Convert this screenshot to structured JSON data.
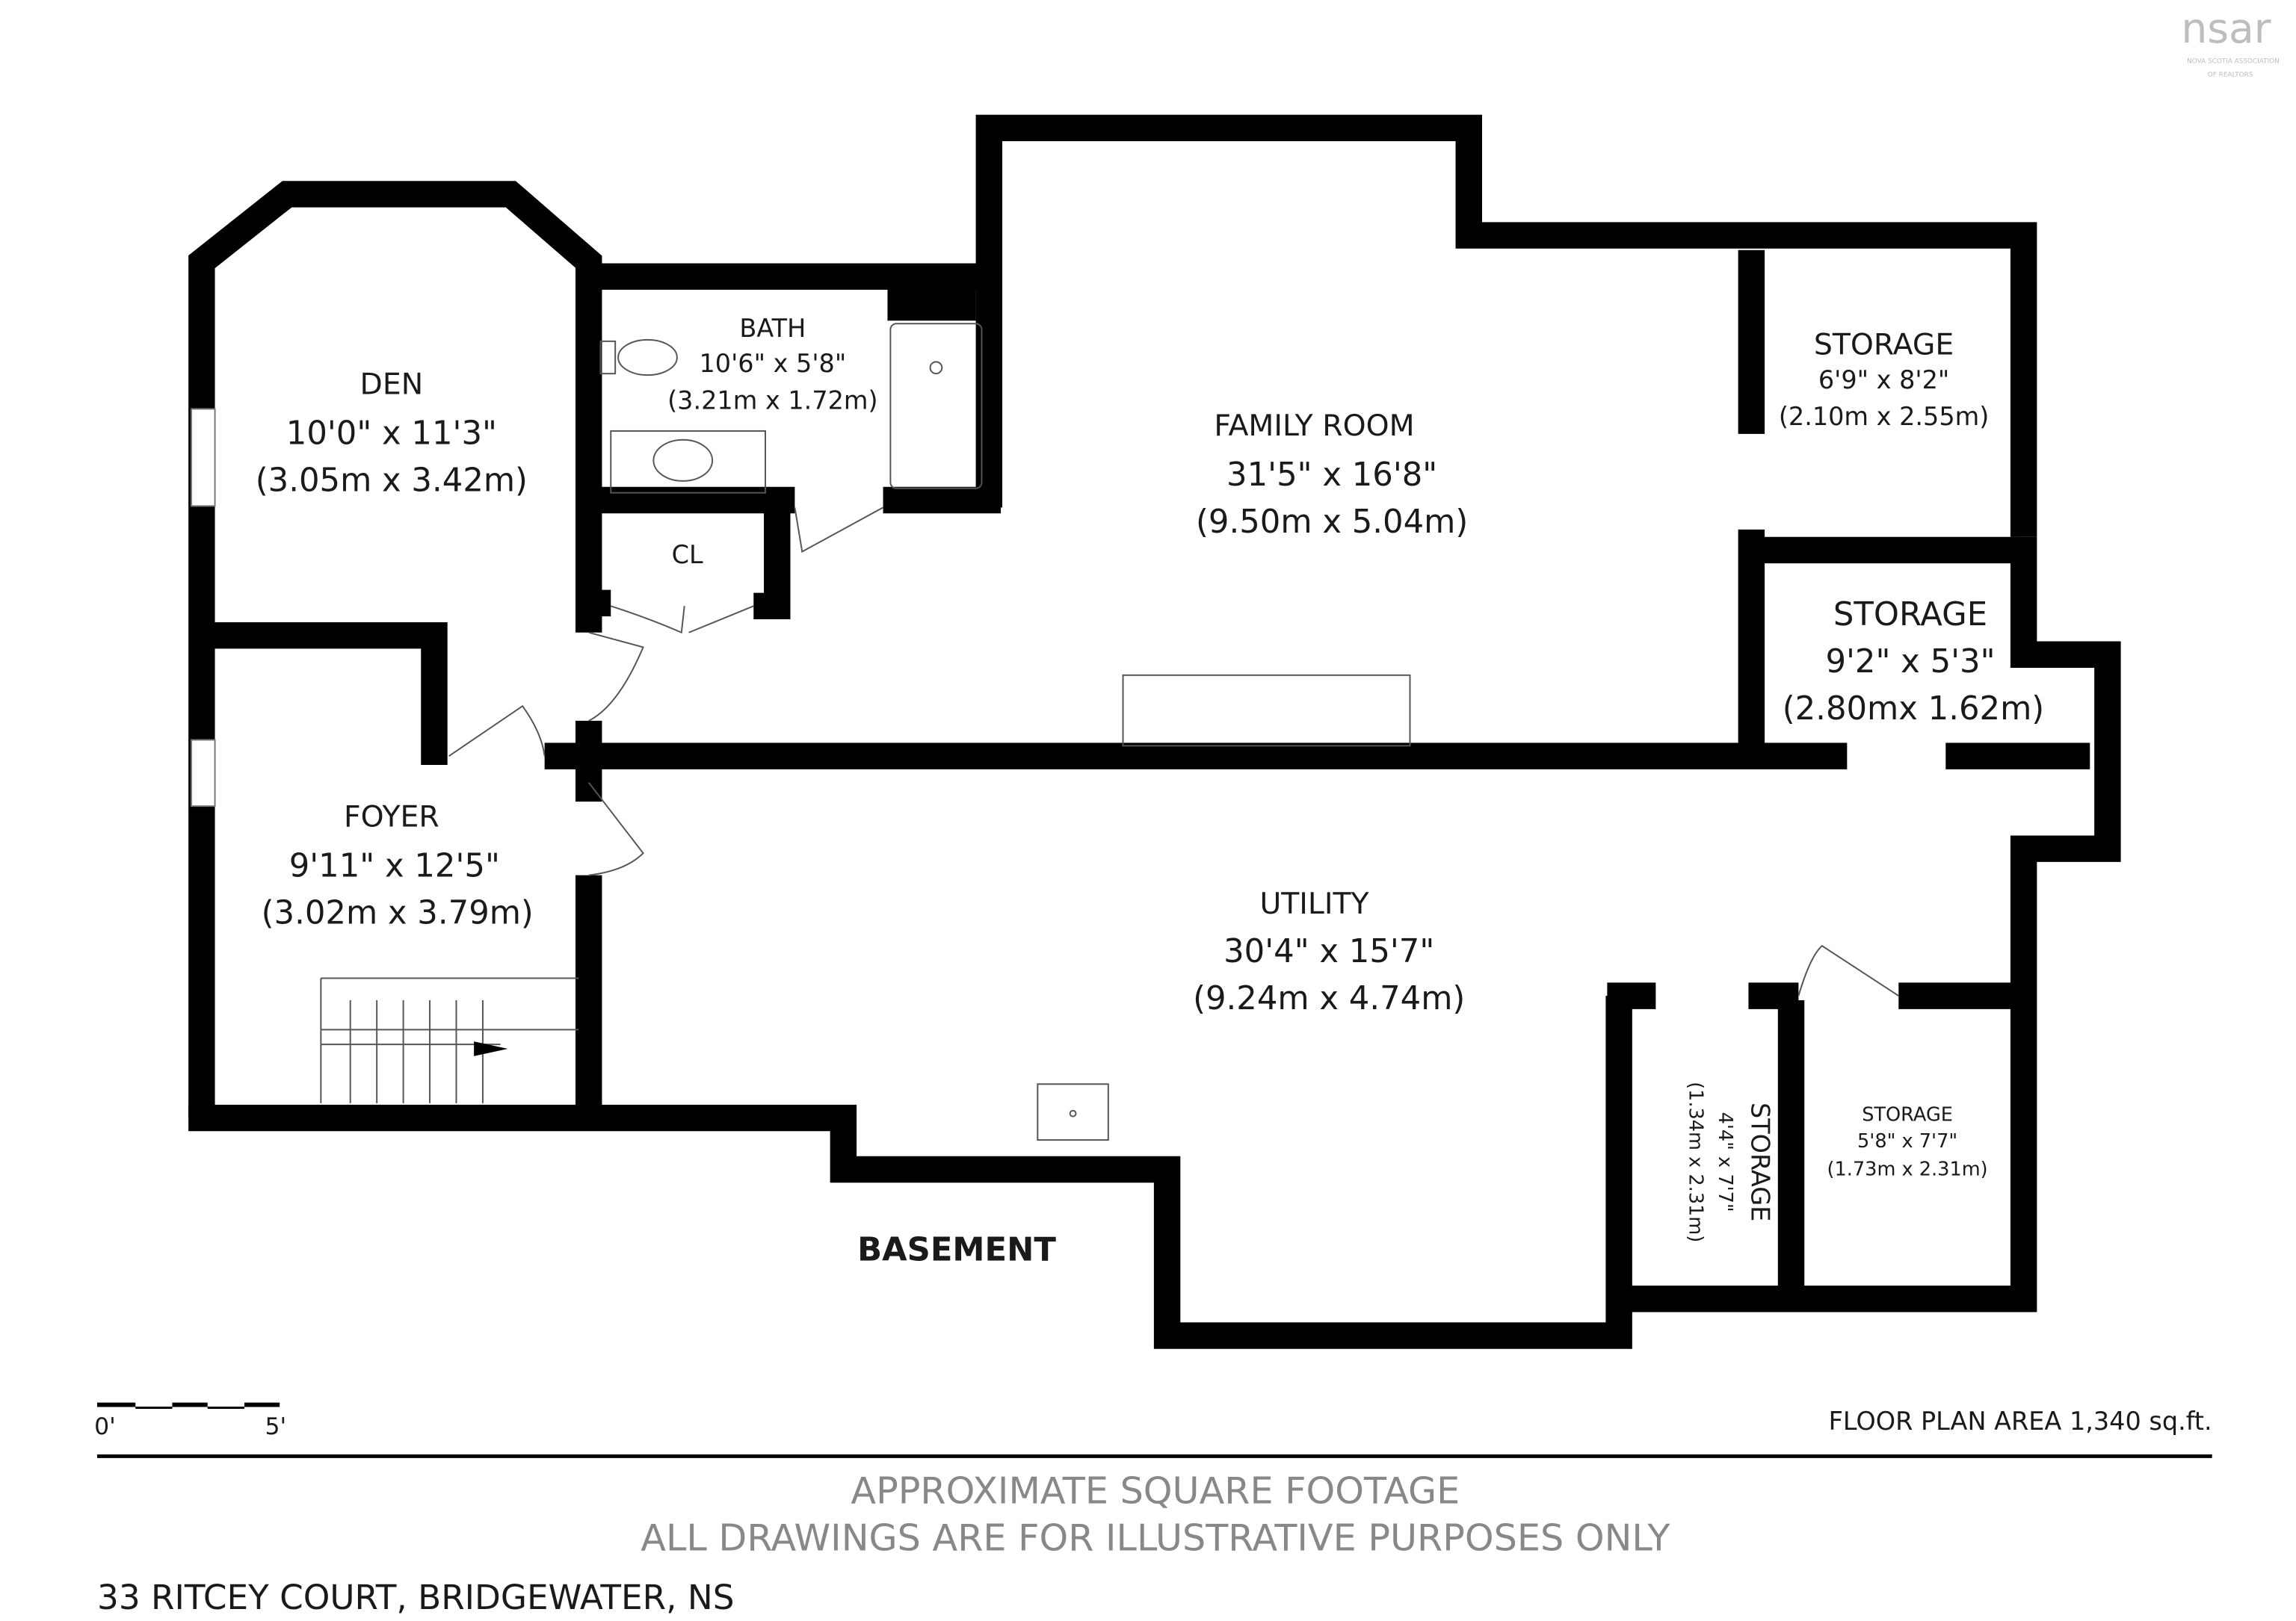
{
  "logo": {
    "text": "nsar",
    "tagline1": "NOVA SCOTIA ASSOCIATION",
    "tagline2": "OF REALTORS",
    "color": "#bdbdbd"
  },
  "rooms": {
    "den": {
      "name": "DEN",
      "dim": "10'0\" x 11'3\"",
      "metric": "(3.05m x 3.42m)"
    },
    "bath": {
      "name": "BATH",
      "dim": "10'6\" x 5'8\"",
      "metric": "(3.21m x 1.72m)"
    },
    "closet": {
      "name": "CL"
    },
    "family": {
      "name": "FAMILY ROOM",
      "dim": "31'5\" x 16'8\"",
      "metric": "(9.50m x 5.04m)"
    },
    "storage1": {
      "name": "STORAGE",
      "dim": "6'9\" x 8'2\"",
      "metric": "(2.10m x 2.55m)"
    },
    "storage2": {
      "name": "STORAGE",
      "dim": "9'2\" x 5'3\"",
      "metric": "(2.80mx 1.62m)"
    },
    "foyer": {
      "name": "FOYER",
      "dim": "9'11\" x 12'5\"",
      "metric": "(3.02m x 3.79m)"
    },
    "utility": {
      "name": "UTILITY",
      "dim": "30'4\" x 15'7\"",
      "metric": "(9.24m x 4.74m)"
    },
    "storage3": {
      "name": "STORAGE",
      "dim": "4'4\" x 7'7\"",
      "metric": "(1.34m x 2.31m)"
    },
    "storage4": {
      "name": "STORAGE",
      "dim": "5'8\" x 7'7\"",
      "metric": "(1.73m x 2.31m)"
    }
  },
  "floor_label": "BASEMENT",
  "scale": {
    "start": "0'",
    "end": "5'"
  },
  "area": "FLOOR PLAN AREA 1,340 sq.ft.",
  "footer": {
    "line1": "APPROXIMATE SQUARE FOOTAGE",
    "line2": "ALL DRAWINGS ARE FOR ILLUSTRATIVE PURPOSES ONLY",
    "address": "33 RITCEY COURT, BRIDGEWATER, NS"
  }
}
